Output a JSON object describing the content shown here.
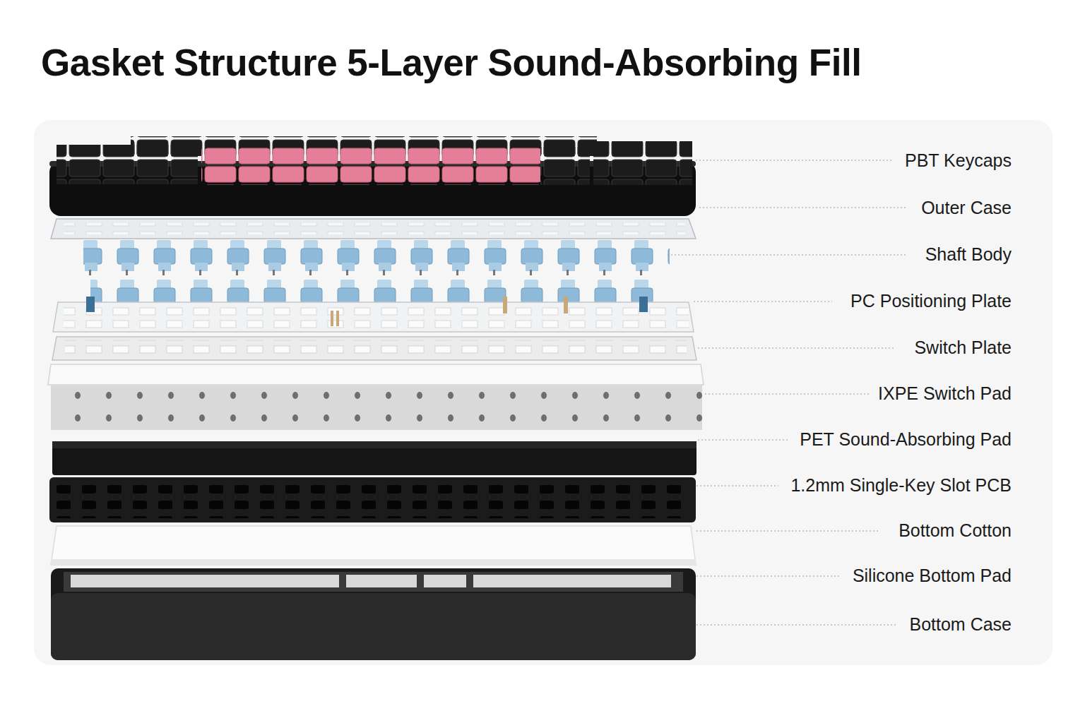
{
  "diagram": {
    "title": "Gasket Structure 5-Layer Sound-Absorbing Fill",
    "labels": [
      "PBT Keycaps",
      "Outer Case",
      "Shaft Body",
      "PC Positioning Plate",
      "Switch Plate",
      "IXPE Switch Pad",
      "PET Sound-Absorbing Pad",
      "1.2mm Single-Key Slot PCB",
      "Bottom Cotton",
      "Silicone Bottom Pad",
      "Bottom Case"
    ]
  }
}
